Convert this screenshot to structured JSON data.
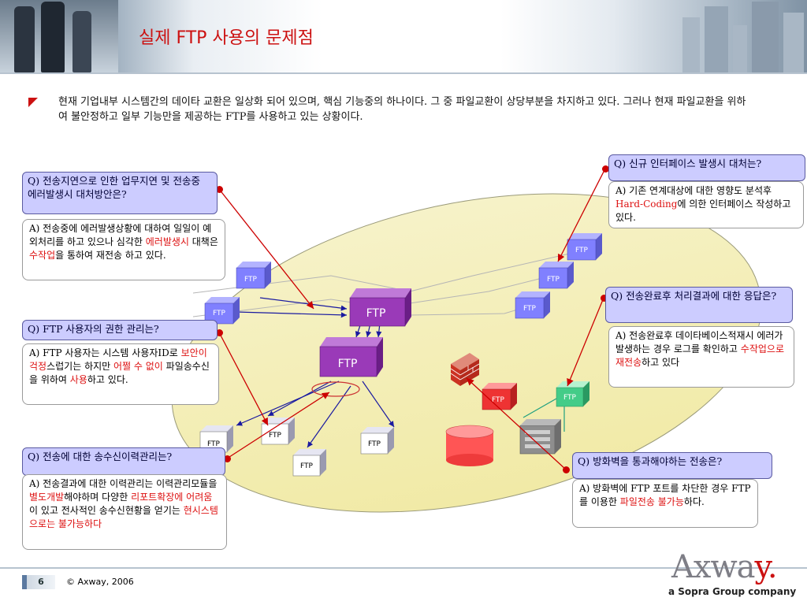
{
  "title": "실제 FTP 사용의 문제점",
  "intro": "현재 기업내부 시스템간의 데이타 교환은 일상화 되어 있으며, 핵심 기능중의 하나이다. 그 중 파일교환이 상당부분을 차지하고 있다. 그러나 현재 파일교환을 위하여 불안정하고 일부 기능만을 제공하는 FTP를 사용하고 있는 상황이다.",
  "diagram": {
    "node_label": "FTP"
  },
  "q1": {
    "question": "Q) 전송지연으로 인한 업무지연 및 전송중 에러발생시 대처방안은?",
    "answer_a": "A) 전송중에 에러발생상황에 대하여 일일이 예외처리를 하고 있으나 심각한 ",
    "answer_b": "에러발생시",
    "answer_c": " 대책은 ",
    "answer_d": "수작업",
    "answer_e": "을 통하여 재전송 하고 있다."
  },
  "q2": {
    "question": "Q) FTP 사용자의 권한 관리는?",
    "answer_a": "A) FTP 사용자는 시스템 사용자ID로 ",
    "answer_b": "보안이 걱정",
    "answer_c": "스럽기는 하지만 ",
    "answer_d": "어쩔 수 없이",
    "answer_e": " 파일송수신을 위하여 ",
    "answer_f": "사용",
    "answer_g": "하고 있다."
  },
  "q3": {
    "question": "Q) 전송에 대한 송수신이력관리는?",
    "answer_a": "A) 전송결과에 대한 이력관리는 이력관리모듈을 ",
    "answer_b": "별도개발",
    "answer_c": "해야하며 다양한 ",
    "answer_d": "리포트확장에 어려움",
    "answer_e": "이 있고 전사적인 송수신현황을 얻기는 ",
    "answer_f": "현시스템으로는 불가능하다"
  },
  "q4": {
    "question": "Q) 신규 인터페이스 발생시 대처는?",
    "answer_a": "A) 기존 연계대상에 대한 영향도 분석후 ",
    "answer_b": "Hard-Coding",
    "answer_c": "에 의한 인터페이스 작성하고 있다."
  },
  "q5": {
    "question": "Q) 전송완료후 처리결과에 대한 응답은?",
    "answer_a": "A) 전송완료후 데이타베이스적재시 에러가 발생하는 경우 로그를 확인하고 ",
    "answer_b": "수작업으로 재전송",
    "answer_c": "하고 있다"
  },
  "q6": {
    "question": "Q) 방화벽을 통과해야하는 전송은?",
    "answer_a": "A) 방화벽에 FTP 포트를 차단한 경우 FTP를 이용한 ",
    "answer_b": "파일전송 불가능",
    "answer_c": "하다."
  },
  "footer": {
    "page_number": "6",
    "copyright": "© Axway, 2006",
    "logo_main": "Axwa",
    "logo_accent": "y",
    "logo_dot": ".",
    "tagline": "a Sopra Group company"
  }
}
